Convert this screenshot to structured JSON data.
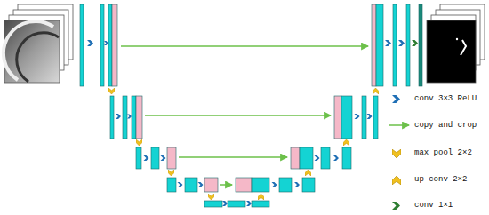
{
  "diagram": {
    "legend": [
      {
        "text": "conv 3×3 ReLU"
      },
      {
        "text": "copy and crop"
      },
      {
        "text": "max pool 2×2"
      },
      {
        "text": "up-conv 2×2"
      },
      {
        "text": "conv 1×1"
      }
    ]
  }
}
